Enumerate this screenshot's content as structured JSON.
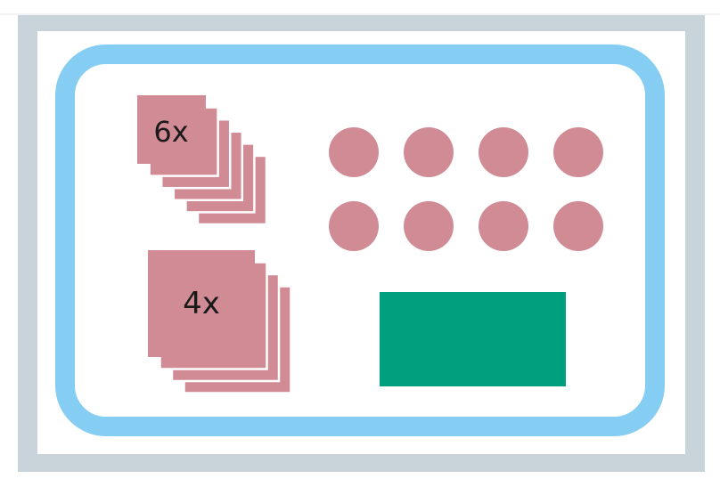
{
  "colors": {
    "frame": "#c8d3da",
    "board": "#ffffff",
    "tray_border": "#85cdf2",
    "tray_fill": "#ffffff",
    "card": "#d08b95",
    "card_edge": "#ffffff",
    "dot": "#d08b95",
    "block": "#00a07f",
    "top_line": "#dfe4e8"
  },
  "stacks": [
    {
      "label": "6x",
      "count": 6
    },
    {
      "label": "4x",
      "count": 4
    }
  ],
  "dots": {
    "rows": 2,
    "cols": 4
  }
}
